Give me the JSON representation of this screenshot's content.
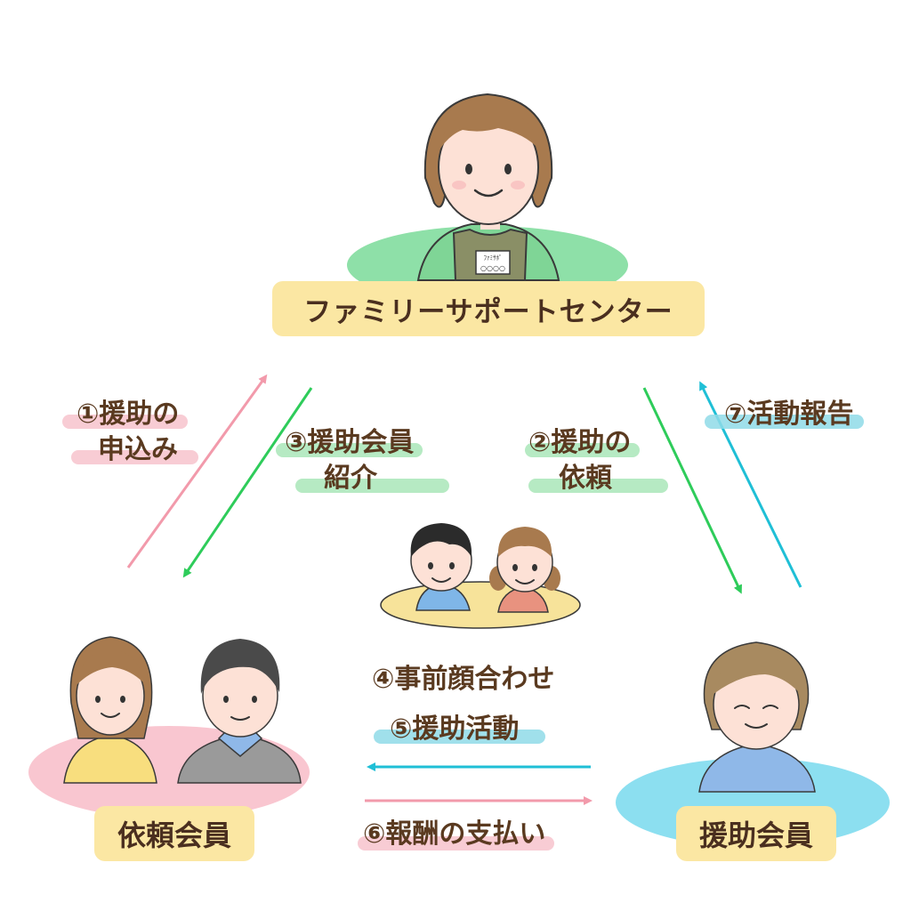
{
  "nodes": {
    "center": "ファミリーサポートセンター",
    "requester": "依頼会員",
    "supporter": "援助会員",
    "staff_badge": "ﾌｧﾐｻﾎﾟ"
  },
  "steps": {
    "s1_line1": "①援助の",
    "s1_line2": "申込み",
    "s2_line1": "②援助の",
    "s2_line2": "依頼",
    "s3_line1": "③援助会員",
    "s3_line2": "紹介",
    "s4": "④事前顔合わせ",
    "s5": "⑤援助活動",
    "s6": "⑥報酬の支払い",
    "s7": "⑦活動報告"
  },
  "colors": {
    "pink_arrow": "#f29aab",
    "green_arrow": "#2ecc5a",
    "blue_arrow": "#1fbfd6",
    "label_bg": "#fbe7a3",
    "text": "#4a2f1f"
  },
  "icons": [
    "staff-woman-icon",
    "mother-icon",
    "father-icon",
    "boy-icon",
    "girl-icon",
    "supporter-woman-icon"
  ]
}
